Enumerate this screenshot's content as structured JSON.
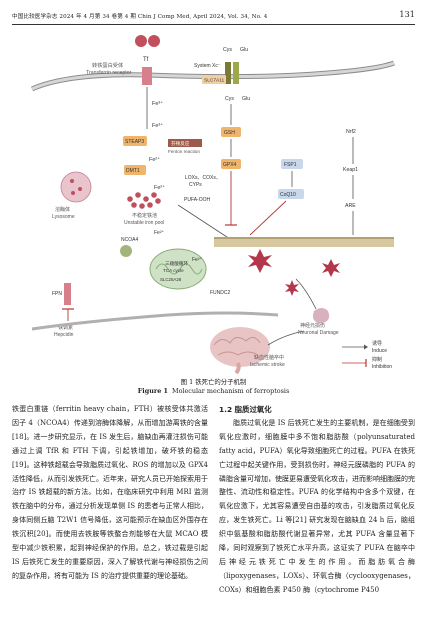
{
  "header": {
    "left": "中国比较医学杂志 2024 年 4 月第 34 卷第 4 期  Chin J Comp Med, April 2024, Vol. 34, No. 4",
    "page_number": "131"
  },
  "figure": {
    "labels": {
      "tf": "Tf",
      "transferrin_receptor_cn": "转铁蛋白受体",
      "transferrin_receptor_en": "Transferrin receptor",
      "system_xc": "System Xc⁻",
      "slc7a11": "SLC7A11",
      "cys_top": "Cys",
      "glu_top": "Glu",
      "cys_in": "Cys",
      "glu_in": "Glu",
      "gsh": "GSH",
      "gpx4": "GPX4",
      "fsp1": "FSP1",
      "coq10": "CoQ10",
      "nrf2": "Nrf2",
      "keap1": "Keap1",
      "are": "ARE",
      "fe3_a": "Fe³⁺",
      "fe3_b": "Fe³⁺",
      "steap3": "STEAP3",
      "fenton_cn": "芬顿反应",
      "fenton_en": "Fenton reaction",
      "fe2_a": "Fe²⁺",
      "dmt1": "DMT1",
      "lysosome_cn": "溶酶体",
      "lysosome_en": "Lysosome",
      "fe2_b": "Fe²⁺",
      "unstable_pool_cn": "不稳定铁池",
      "unstable_pool_en": "Unstable iron pool",
      "lox": "LOXs、COXs、",
      "cyps": "CYPs",
      "pufa": "PUFA-OOH",
      "fe2_c": "Fe²⁺",
      "fe2_d": "Fe²⁺",
      "ncoa4": "NCOA4",
      "mito_cn": "三羧酸循环",
      "mito_en": "TCA cycle",
      "mito_sub": "SLC25A28",
      "fundc2": "FUNDC2",
      "fpn": "FPN",
      "hepcidin_cn": "铁调素",
      "hepcidin_en": "Hepcidin",
      "neuro_cn": "神经元损伤",
      "neuro_en": "Neuronal Damage",
      "stroke_cn": "缺血性脑卒中",
      "stroke_en": "Ischemic stroke",
      "induce_cn": "诱导",
      "induce_en": "Induce",
      "inhibit_cn": "抑制",
      "inhibit_en": "Inhibition"
    }
  },
  "caption": {
    "cn": "图 1  铁死亡的分子机制",
    "en_prefix": "Figure 1",
    "en": "Molecular mechanism of ferroptosis"
  },
  "left_column": [
    "铁蛋白重链（ferritin heavy chain，FTH）被核受体共激活因子 4（NCOA4）传递到溶酶体降解，从而增加游离铁的含量[18]。进一步研究显示，在 IS 发生后，脑缺血再灌注损伤可能通过上调 TfR 和 FTH 下调，引起铁增加，破坏铁的稳态[19]。这种铁超载会导致脂质过氧化、ROS 的增加以及 GPX4 活性降低，从而引发铁死亡。近年来，研究人员已开始探索用于治疗 IS 铁超载的新方法。比如，在临床研究中利用 MRI 监测铁在脑中的分布，通过分析发现单侧 IS 的患者与正常人相比，身体同侧丘脑 T2W1 信号降低，这可能预示在缺血区外围存在铁沉积[20]。而使用去铁胺等铁螯合剂能够在大鼠 MCAO 模型中减少铁积累，起到神经保护的作用。总之，铁过载是引起 IS 后铁死亡发生的重要原因，深入了解铁代谢与神经损伤之间的复杂作用，将有可能为 IS 的治疗提供重要的理论基础。"
  ],
  "right_column": {
    "section_title": "1.2  脂质过氧化",
    "paragraph": "脂质过氧化是 IS 后铁死亡发生的主要机制，是在细胞受到氧化应激时，细胞膜中多不饱和脂肪酸（polyunsaturated fatty acid，PUFA）氧化导致细胞死亡的过程。PUFA 在铁死亡过程中起关键作用，受到损伤时，神经元膜磷脂的 PUFA 的磷脂含量可增加，使膜更易遭受氧化攻击，进而影响细胞膜的完整性、流动性和稳定性。PUFA 的化学结构中含多个双键，在氧化应激下，尤其容易遭受自由基的攻击，引发脂质过氧化反应，发生铁死亡。Li 等[21] 研究发现在脑缺血 24 h 后，脑组织中氨基酸和脂肪酸代谢显著异常，尤其 PUFA 含量显著下降，同时观察到了铁死亡水平升高，这证实了 PUFA 在脑卒中后神经元铁死亡中发生的作用。而脂肪氧合酶（lipoxygenases，LOXs）、环氧合酶（cyclooxygenases，COXs）和细胞色素 P450 酶（cytochrome P450"
  }
}
